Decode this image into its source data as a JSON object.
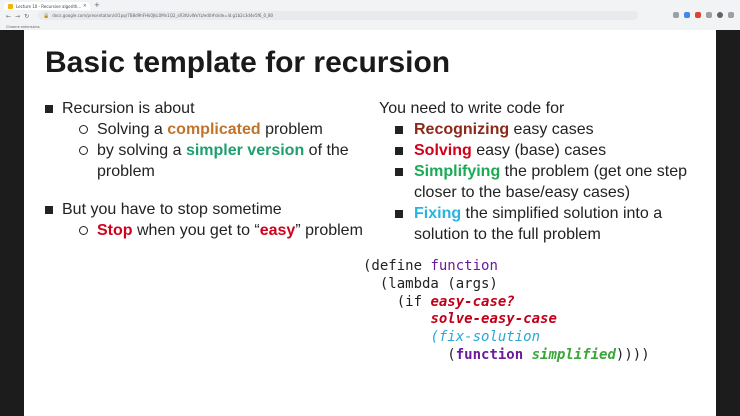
{
  "browser": {
    "tab_title": "Lecture 10 - Recursive algorith...",
    "tab_close": "×",
    "new_tab": "+",
    "url": "docs.google.com/presentation/d/1pqr7B8d9hFHk0JkL0Mn1Q2_sR3tUvWxYz/edit#slide=id.g1b2c3d4e5f6_0_80",
    "bookmark": "Chrome extensions",
    "nav": {
      "back": "←",
      "forward": "→",
      "reload": "↻"
    }
  },
  "slide": {
    "title": "Basic template for recursion",
    "left": {
      "b1": {
        "text": "Recursion is about"
      },
      "b1_sub1": {
        "pre": "Solving a ",
        "hl": "complicated",
        "post": " problem"
      },
      "b1_sub2": {
        "pre": "by solving a ",
        "hl": "simpler version",
        "post": " of the problem"
      },
      "b2": {
        "text": "But you have to stop sometime"
      },
      "b2_sub1": {
        "hl": "Stop",
        "mid": " when you get to “",
        "hl2": "easy",
        "post": "” problem"
      }
    },
    "right": {
      "lead": "You need to write code for",
      "items": [
        {
          "hl": "Recognizing",
          "rest": " easy cases"
        },
        {
          "hl": "Solving",
          "rest": " easy (base) cases"
        },
        {
          "hl": "Simplifying",
          "rest": " the problem (get one step closer to the base/easy cases)"
        },
        {
          "hl": "Fixing",
          "rest": " the simplified solution into a solution to the full problem"
        }
      ]
    },
    "code": {
      "l1_a": "(define ",
      "l1_b": "function",
      "l2": "  (lambda (args)",
      "l3_a": "    (if ",
      "l3_b": "easy-case?",
      "l4": "solve-easy-case",
      "l5": "(fix-solution",
      "l6_a": "(",
      "l6_b": "function",
      "l6_c": " ",
      "l6_d": "simplified",
      "l6_e": "))))"
    }
  }
}
